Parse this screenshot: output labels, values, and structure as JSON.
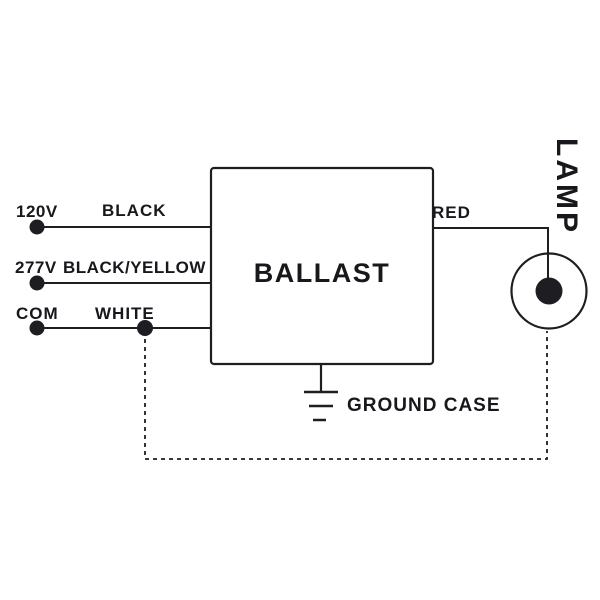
{
  "diagram": {
    "inputs": [
      {
        "terminal": "120V",
        "wire": "BLACK"
      },
      {
        "terminal": "277V",
        "wire": "BLACK/YELLOW"
      },
      {
        "terminal": "COM",
        "wire": "WHITE"
      }
    ],
    "ballast_label": "BALLAST",
    "output_wire_label": "RED",
    "lamp_label": "LAMP",
    "ground_label": "GROUND CASE",
    "colors": {
      "line": "#1e1e22",
      "text": "#17171c",
      "background": "#ffffff"
    }
  }
}
